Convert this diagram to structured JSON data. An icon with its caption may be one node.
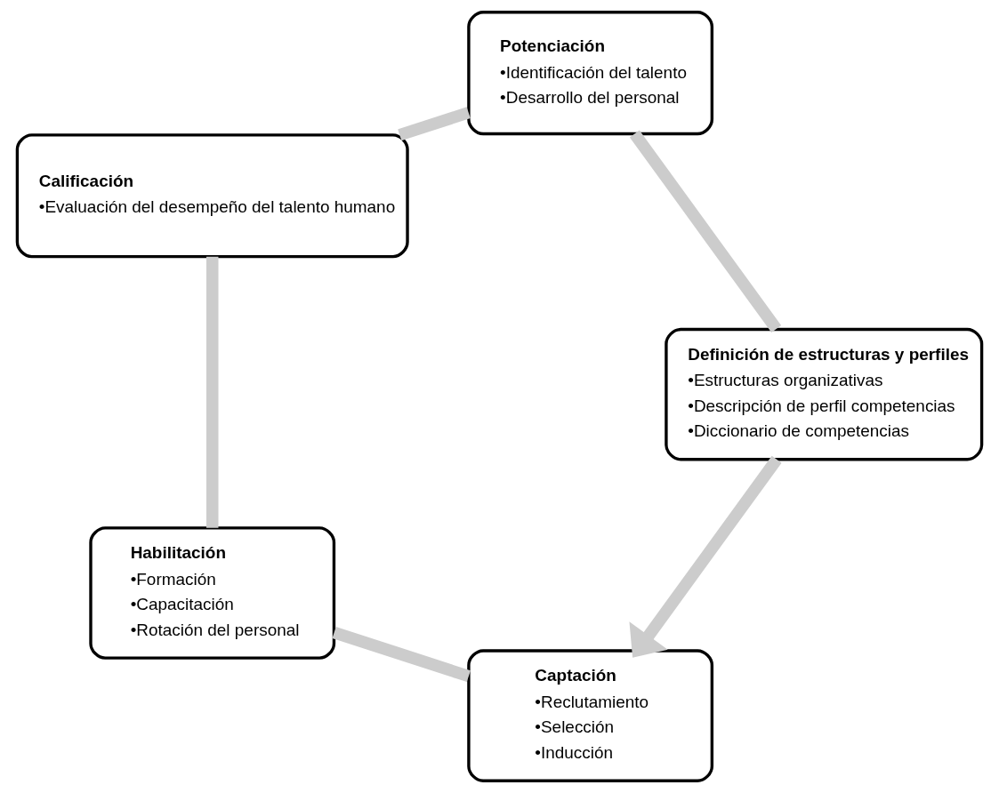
{
  "diagram": {
    "nodes": [
      {
        "text": [
          "Captación",
          "•Reclutamiento",
          "•Selección",
          "•Inducción"
        ]
      },
      {
        "text": [
          "Definición de estructuras y perfiles",
          "•Estructuras organizativas",
          "•Descripción de perfil competencias",
          "•Diccionario de competencias"
        ]
      },
      {
        "text": [
          "Habilitación",
          "•Formación",
          "•Capacitación",
          "•Rotación del personal"
        ]
      },
      {
        "text": [
          "Potenciación",
          "•Identificación del talento",
          "•Desarrollo del personal"
        ]
      },
      {
        "text": [
          "Calificación",
          "•Evaluación del desempeño del talento humano"
        ]
      }
    ],
    "edges": [
      {
        "from": 0,
        "to": 2,
        "arrow": "none"
      },
      {
        "from": 2,
        "to": 4,
        "arrow": "none"
      },
      {
        "from": 4,
        "to": 3,
        "arrow": "none"
      },
      {
        "from": 3,
        "to": 1,
        "arrow": "none"
      },
      {
        "from": 1,
        "to": 0,
        "arrow": "to"
      }
    ]
  }
}
